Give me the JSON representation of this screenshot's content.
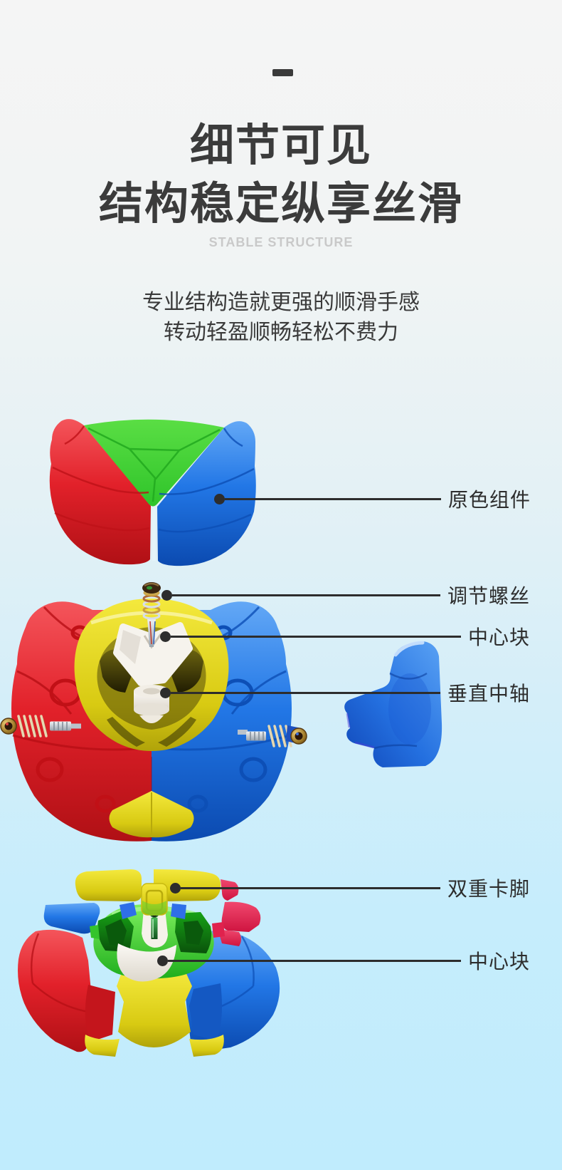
{
  "header": {
    "title_line1": "细节可见",
    "title_line2": "结构稳定纵享丝滑",
    "subtitle": "STABLE STRUCTURE",
    "desc_line1": "专业结构造就更强的顺滑手感",
    "desc_line2": "转动轻盈顺畅轻松不费力"
  },
  "callouts": [
    {
      "label": "原色组件"
    },
    {
      "label": "调节螺丝"
    },
    {
      "label": "中心块"
    },
    {
      "label": "垂直中轴"
    },
    {
      "label": "双重卡脚"
    },
    {
      "label": "中心块"
    }
  ],
  "colors": {
    "red": "#e2212a",
    "blue": "#2277e6",
    "green": "#3ccc2e",
    "yellow": "#eee01e",
    "inner_green": "#3ed52b",
    "crimson": "#e0224d",
    "white_part": "#f6f3ed",
    "callout_line": "#2d2d2d",
    "title_text": "#3b3b3b",
    "subtitle_text": "#c9c9c9",
    "bg_top": "#f5f5f5",
    "bg_bottom": "#c0ecfd"
  }
}
